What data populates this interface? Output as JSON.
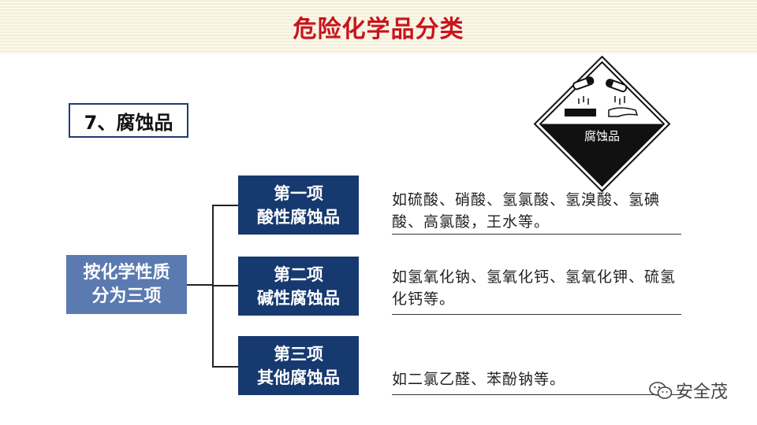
{
  "header": {
    "title": "危险化学品分类"
  },
  "section": {
    "label": "7、腐蚀品"
  },
  "root": {
    "line1": "按化学性质",
    "line2": "分为三项"
  },
  "branches": [
    {
      "title": "第一项",
      "subtitle": "酸性腐蚀品",
      "description": "如硫酸、硝酸、氢氯酸、氢溴酸、氢碘酸、高氯酸，王水等。"
    },
    {
      "title": "第二项",
      "subtitle": "碱性腐蚀品",
      "description": "如氢氧化钠、氢氧化钙、氢氧化钾、硫氢化钙等。"
    },
    {
      "title": "第三项",
      "subtitle": "其他腐蚀品",
      "description": "如二氯乙醛、苯酚钠等。"
    }
  ],
  "hazard_sign": {
    "label": "腐蚀品",
    "icon": "corrosive-icon"
  },
  "watermark": {
    "text": "安全茂",
    "icon": "wechat-icon"
  },
  "colors": {
    "title": "#c8141c",
    "branch_box": "#16396f",
    "root_box": "#5b7ab0",
    "section_border": "#1f3d74"
  }
}
